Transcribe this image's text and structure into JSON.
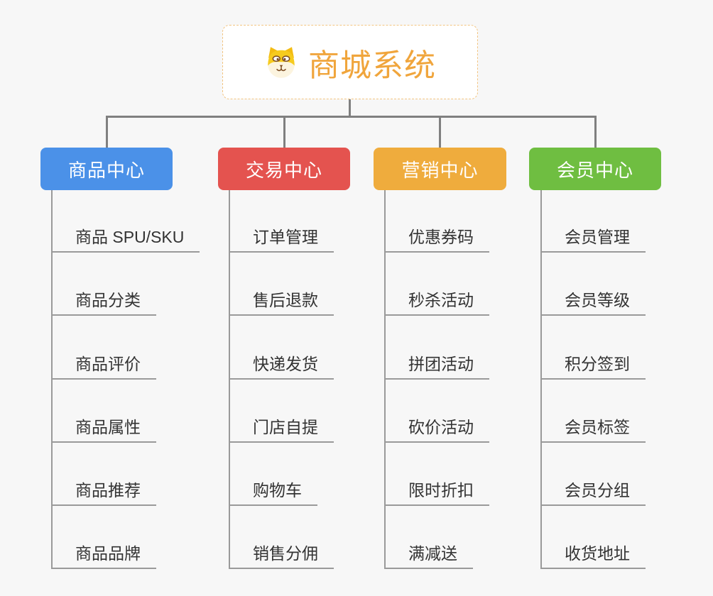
{
  "root": {
    "title": "商城系统",
    "icon": "dog-icon",
    "title_color": "#F0A53C",
    "border_color": "#F2C481"
  },
  "branches": [
    {
      "id": "product",
      "label": "商品中心",
      "color": "#4B91E8",
      "items": [
        "商品 SPU/SKU",
        "商品分类",
        "商品评价",
        "商品属性",
        "商品推荐",
        "商品品牌"
      ]
    },
    {
      "id": "trade",
      "label": "交易中心",
      "color": "#E4534F",
      "items": [
        "订单管理",
        "售后退款",
        "快递发货",
        "门店自提",
        "购物车",
        "销售分佣"
      ]
    },
    {
      "id": "marketing",
      "label": "营销中心",
      "color": "#EFAC3D",
      "items": [
        "优惠券码",
        "秒杀活动",
        "拼团活动",
        "砍价活动",
        "限时折扣",
        "满减送"
      ]
    },
    {
      "id": "member",
      "label": "会员中心",
      "color": "#6FBE41",
      "items": [
        "会员管理",
        "会员等级",
        "积分签到",
        "会员标签",
        "会员分组",
        "收货地址"
      ]
    }
  ],
  "canvas": {
    "background": "#F7F7F7",
    "connector_color": "#808080",
    "leaf_line_color": "#9A9A9A",
    "leaf_text_color": "#333333"
  }
}
